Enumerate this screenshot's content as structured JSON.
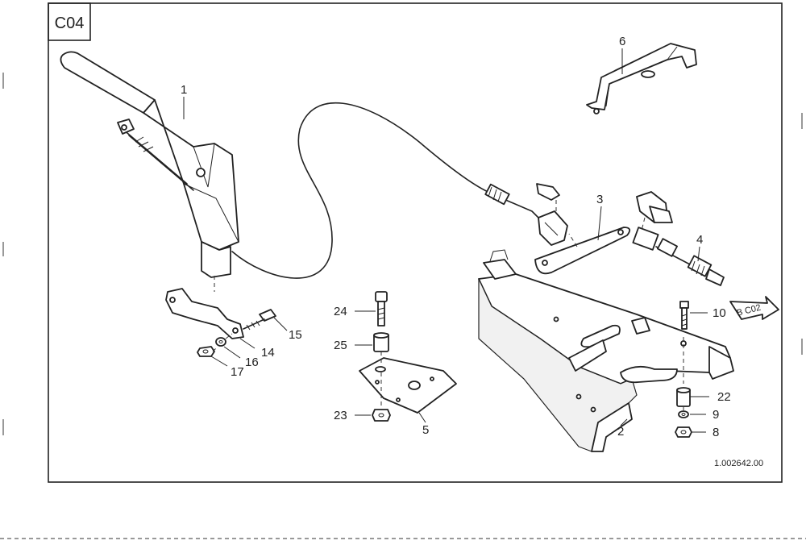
{
  "page_code": "C04",
  "drawing_number": "1.002642.00",
  "arrow_reference": "B C02",
  "callouts": [
    "1",
    "2",
    "3",
    "4",
    "5",
    "6",
    "8",
    "9",
    "10",
    "14",
    "15",
    "16",
    "17",
    "22",
    "23",
    "24",
    "25"
  ]
}
